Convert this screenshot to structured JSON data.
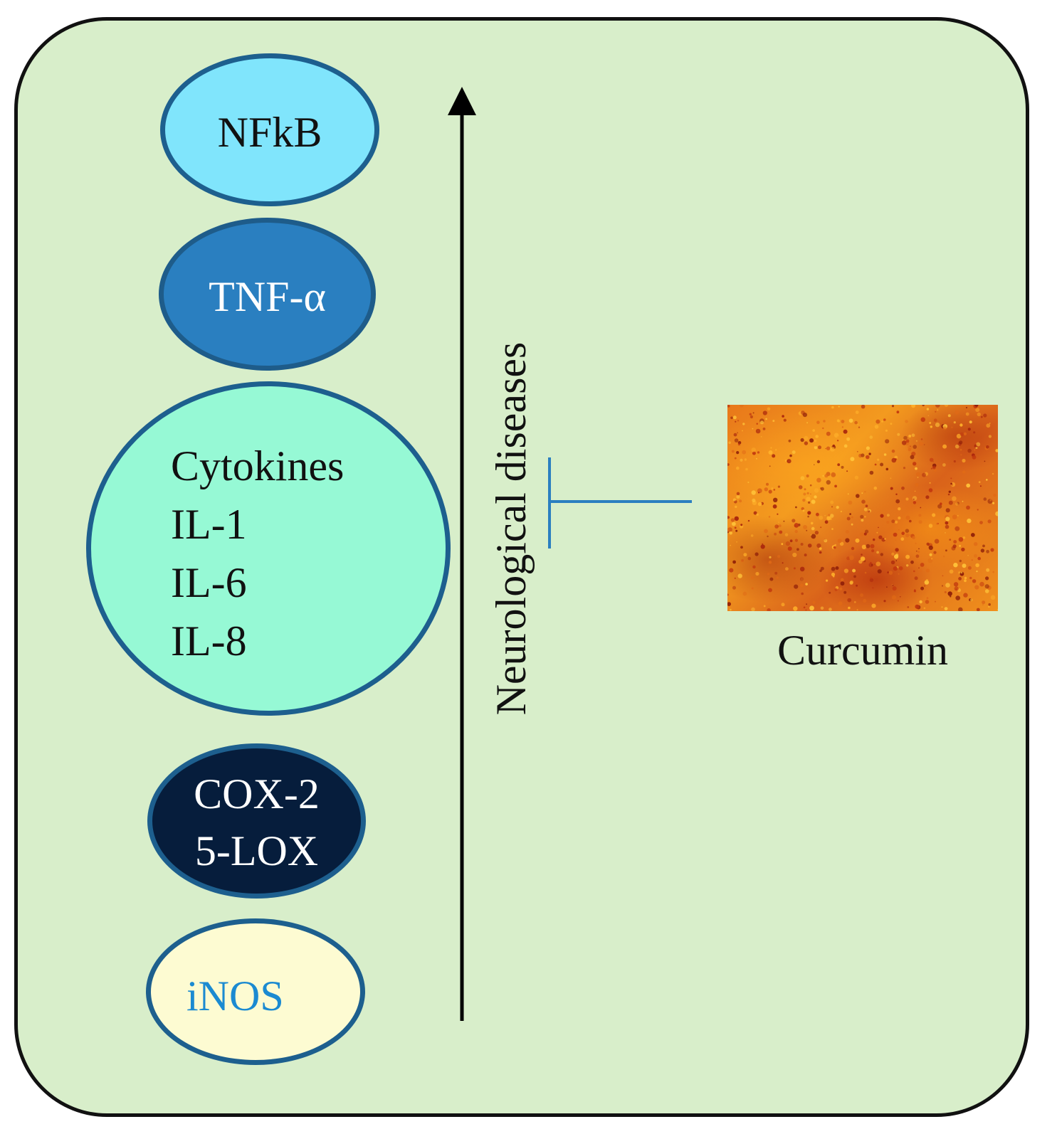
{
  "nodes": {
    "nfkb": "NFkB",
    "tnf": "TNF-α",
    "cytokines": {
      "title": "Cytokines",
      "il1": "IL-1",
      "il6": "IL-6",
      "il8": "IL-8"
    },
    "coxlox": {
      "cox": "COX-2",
      "lox": "5-LOX"
    },
    "inos": "iNOS"
  },
  "axis_label": "Neurological diseases",
  "curcumin": {
    "label": "Curcumin"
  },
  "colors": {
    "panel_background": "#d8eeca",
    "nfkb_fill": "#80e5fc",
    "tnf_fill": "#2a7fc0",
    "cytokines_fill": "#96f9d5",
    "coxlox_fill": "#061d3c",
    "inos_fill": "#fdfbd2",
    "inos_text": "#1b8ad1",
    "node_border": "#1d5f8e",
    "inhibition_line": "#2b7fc0",
    "arrow": "#000000"
  }
}
